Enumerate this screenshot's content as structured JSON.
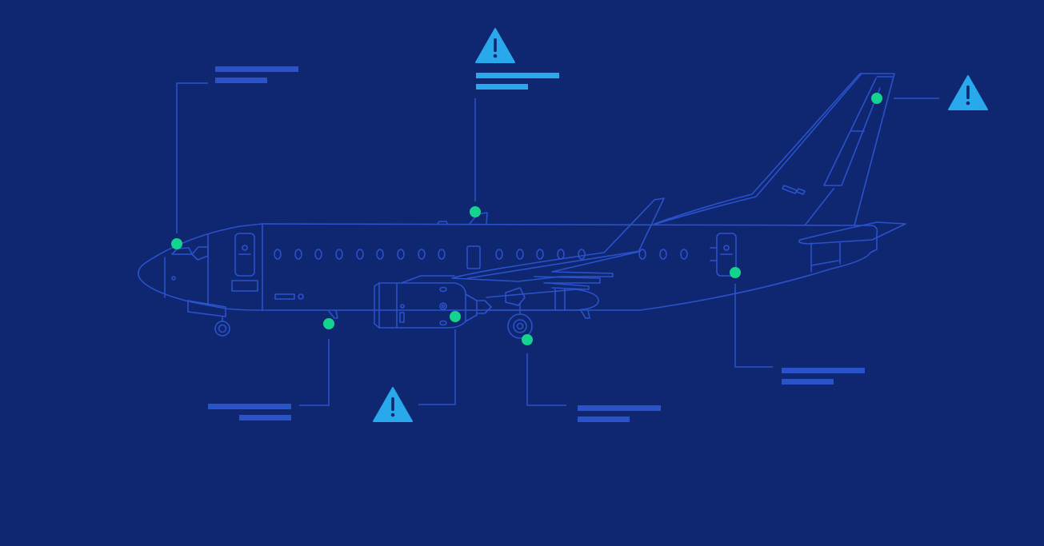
{
  "colors": {
    "background": "#0f2670",
    "outline": "#2a52c9",
    "inspection_point": "#13d38e",
    "warning": "#29a8ec"
  },
  "callouts": [
    {
      "id": "nose",
      "icon": "text-placeholder-bars"
    },
    {
      "id": "upper-fuselage",
      "icon": "warning-triangle-icon"
    },
    {
      "id": "tail-fin",
      "icon": "warning-triangle-icon"
    },
    {
      "id": "rear-door",
      "icon": "text-placeholder-bars"
    },
    {
      "id": "main-gear-bay",
      "icon": "text-placeholder-bars"
    },
    {
      "id": "engine",
      "icon": "warning-triangle-icon"
    },
    {
      "id": "main-gear",
      "icon": "text-placeholder-bars"
    }
  ]
}
